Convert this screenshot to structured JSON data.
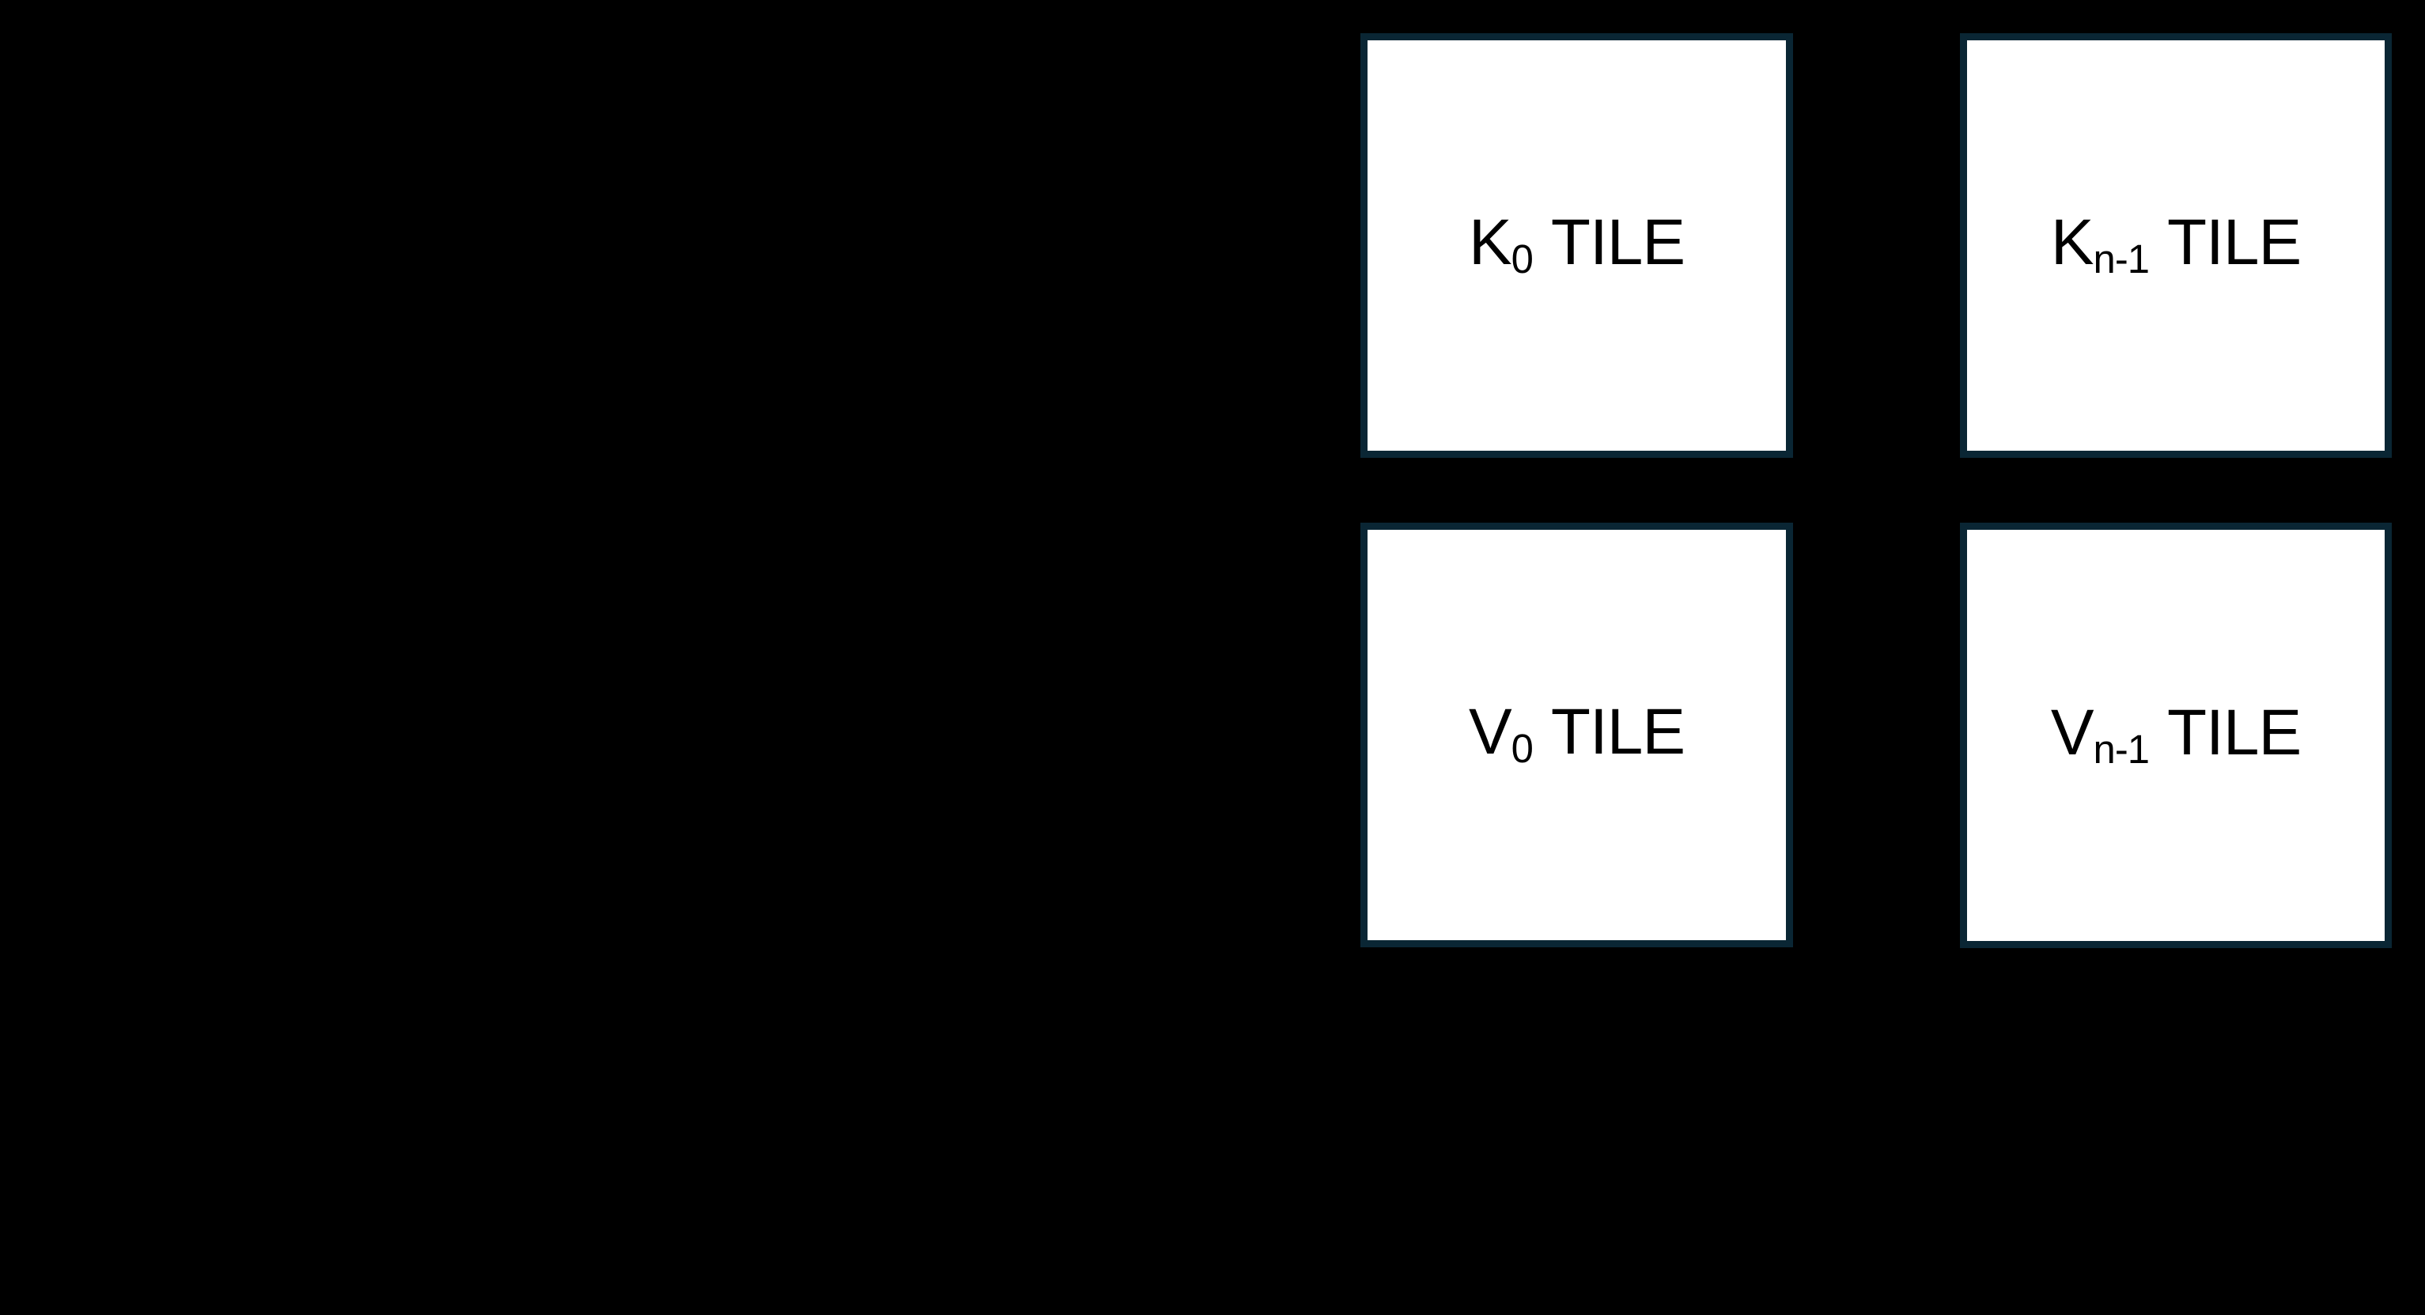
{
  "diagram": {
    "colors": {
      "background": "#000000",
      "tile-fill": "#ffffff",
      "tile-border": "#0a2634",
      "label": "#000000"
    },
    "tiles": {
      "k0": {
        "letter": "K",
        "subscript": "0",
        "word": "TILE"
      },
      "kn1": {
        "letter": "K",
        "subscript": "n-1",
        "word": "TILE"
      },
      "v0": {
        "letter": "V",
        "subscript": "0",
        "word": "TILE"
      },
      "vn1": {
        "letter": "V",
        "subscript": "n-1",
        "word": "TILE"
      }
    }
  }
}
